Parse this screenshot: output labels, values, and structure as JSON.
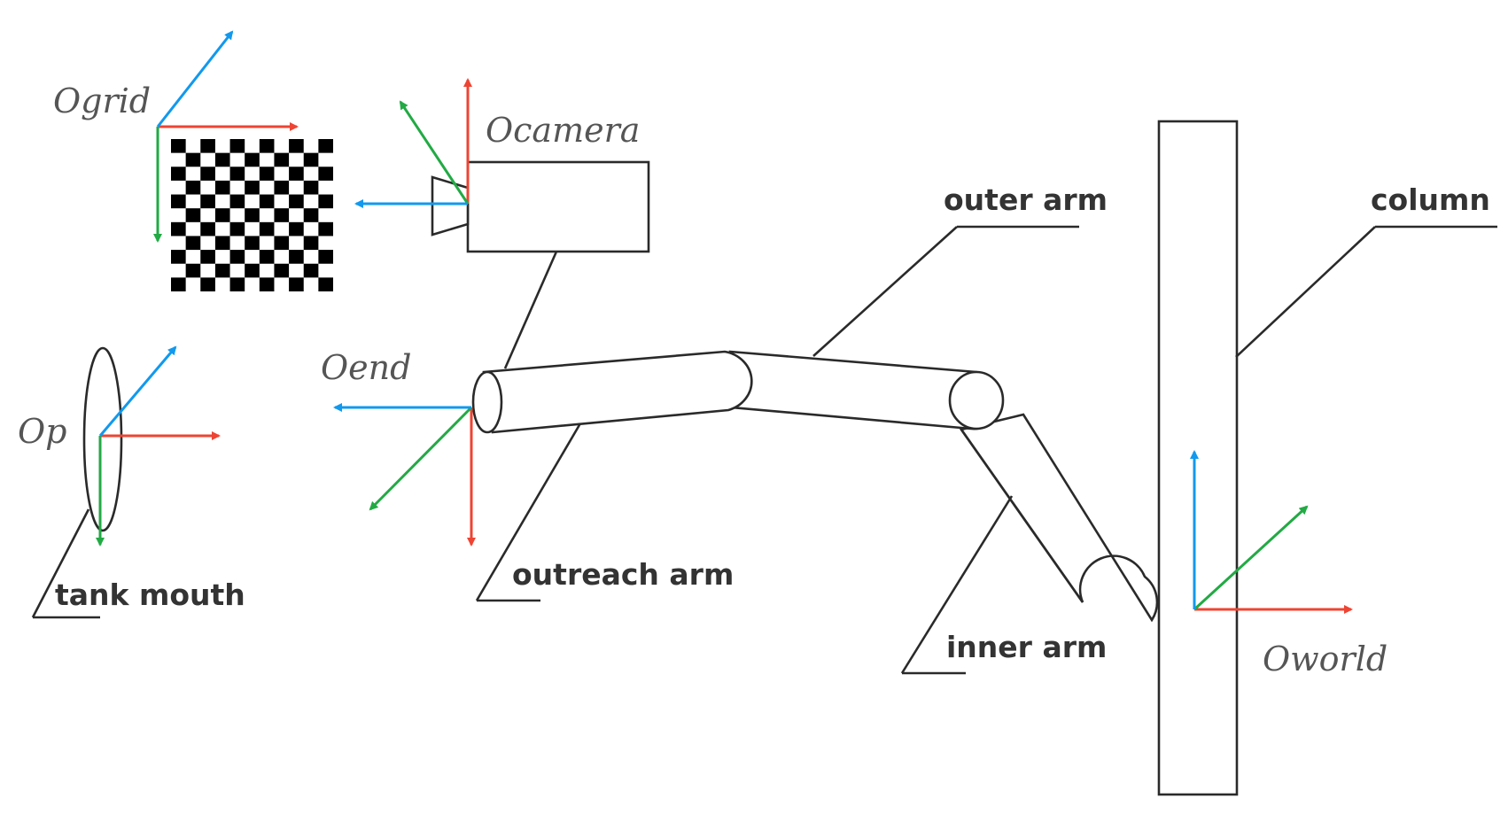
{
  "frames": {
    "grid": "Ogrid",
    "camera": "Ocamera",
    "end": "Oend",
    "p": "Op",
    "world": "Oworld"
  },
  "labels": {
    "outer_arm": "outer arm",
    "column": "column",
    "outreach_arm": "outreach arm",
    "inner_arm": "inner arm",
    "tank_mouth": "tank mouth"
  },
  "colors": {
    "x_axis": "#ee4433",
    "y_axis": "#22aa44",
    "z_axis": "#1199ee",
    "line": "#2a2a2a",
    "checker": "#000000"
  },
  "checkerboard": {
    "rows": 11,
    "cols": 11
  }
}
